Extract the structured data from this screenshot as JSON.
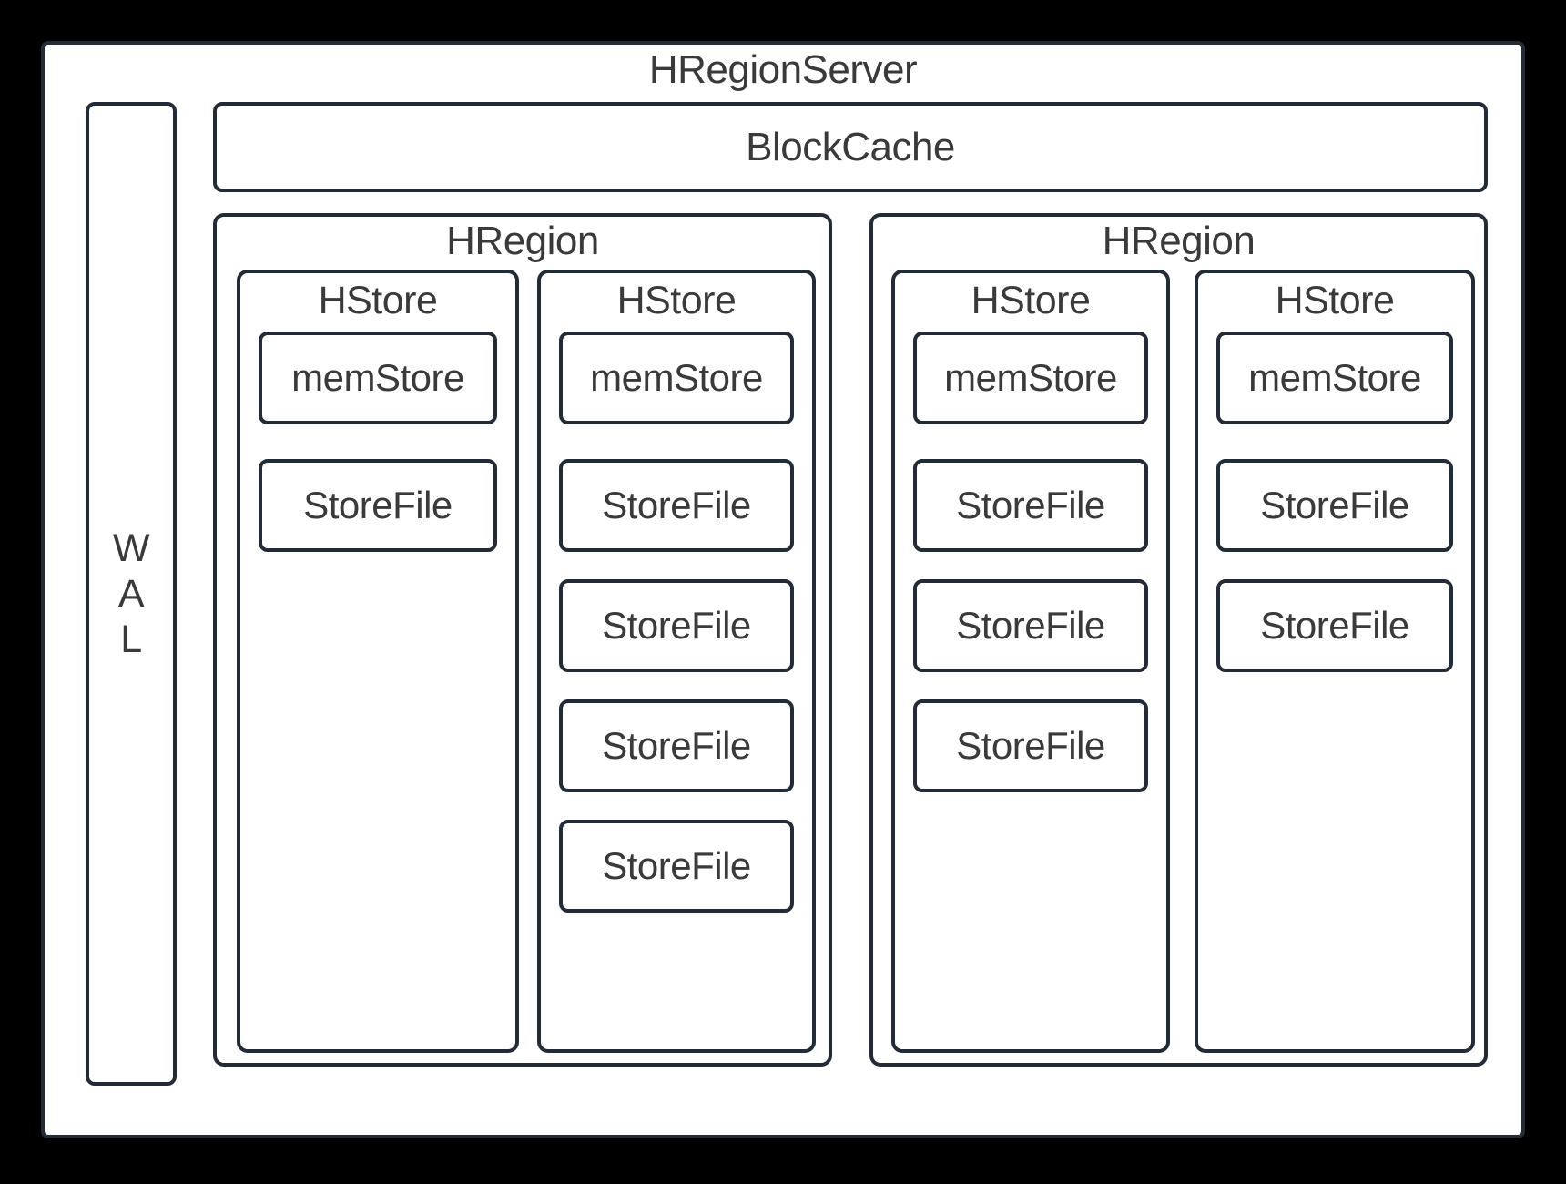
{
  "colors": {
    "page_background": "#000000",
    "surface": "#ffffff",
    "border": "#232b36",
    "text": "#3a3a3a"
  },
  "diagram": {
    "title": "HRegionServer",
    "wal": {
      "label": "WAL",
      "letters": [
        "W",
        "A",
        "L"
      ]
    },
    "block_cache": {
      "label": "BlockCache"
    },
    "regions": [
      {
        "label": "HRegion",
        "stores": [
          {
            "label": "HStore",
            "mem_store": "memStore",
            "store_files": [
              "StoreFile"
            ]
          },
          {
            "label": "HStore",
            "mem_store": "memStore",
            "store_files": [
              "StoreFile",
              "StoreFile",
              "StoreFile",
              "StoreFile"
            ]
          }
        ]
      },
      {
        "label": "HRegion",
        "stores": [
          {
            "label": "HStore",
            "mem_store": "memStore",
            "store_files": [
              "StoreFile",
              "StoreFile",
              "StoreFile"
            ]
          },
          {
            "label": "HStore",
            "mem_store": "memStore",
            "store_files": [
              "StoreFile",
              "StoreFile"
            ]
          }
        ]
      }
    ]
  }
}
